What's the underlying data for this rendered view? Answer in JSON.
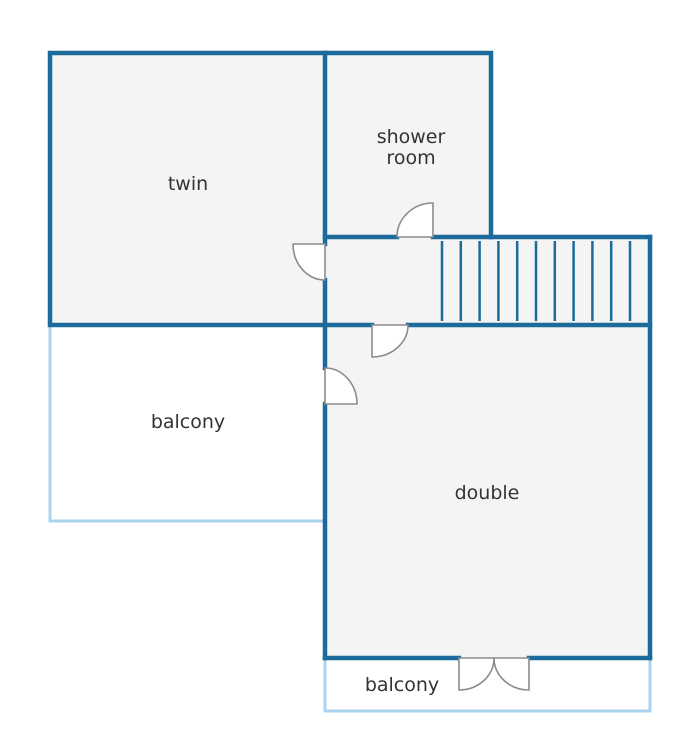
{
  "colors": {
    "wall": "#1d6b9c",
    "balcony_outline": "#a9d3ee",
    "floor": "#f4f4f4",
    "background": "#ffffff",
    "door": "#8c8c8c",
    "label": "#333333"
  },
  "rooms": {
    "twin": "twin",
    "shower_room_line1": "shower",
    "shower_room_line2": "room",
    "balcony_left": "balcony",
    "double": "double",
    "balcony_bottom": "balcony"
  },
  "stairs": {
    "tread_count": 11
  }
}
